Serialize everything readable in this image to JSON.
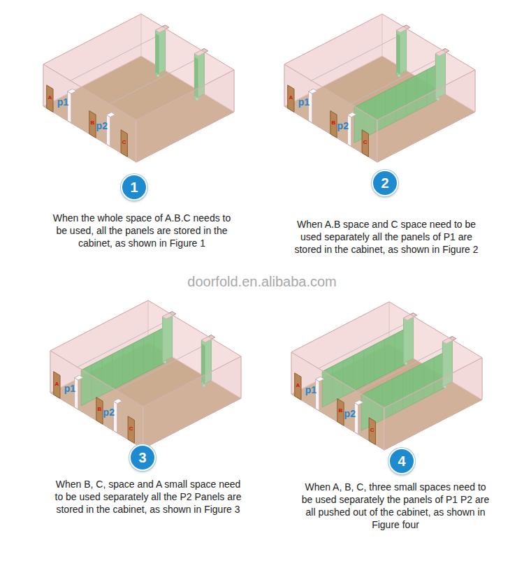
{
  "diagram": {
    "nodes": [
      {
        "text": [
          "1"
        ]
      },
      {
        "text": [
          "2"
        ]
      },
      {
        "text": [
          "3"
        ]
      },
      {
        "text": [
          "4"
        ]
      }
    ],
    "labels": [
      "A",
      "p1",
      "B",
      "p2",
      "C",
      "When the whole space of A.B.C needs to be used, all the panels are stored in the cabinet, as shown in Figure 1",
      "A",
      "p1",
      "B",
      "p2",
      "C",
      "When A.B space and C space need to be used separately all the panels of P1 are stored in the cabinet, as shown in Figure 2",
      "doorfold.en.alibaba.com",
      "A",
      "p1",
      "B",
      "p2",
      "C",
      "When B, C, space and A small space need to be used separately all the P2 Panels are stored in the cabinet, as shown in Figure 3",
      "A",
      "p1",
      "B",
      "p2",
      "C",
      "When A, B, C, three small spaces need to be used separately the panels of P1 P2 are all pushed out of the cabinet, as shown in Figure four"
    ]
  }
}
